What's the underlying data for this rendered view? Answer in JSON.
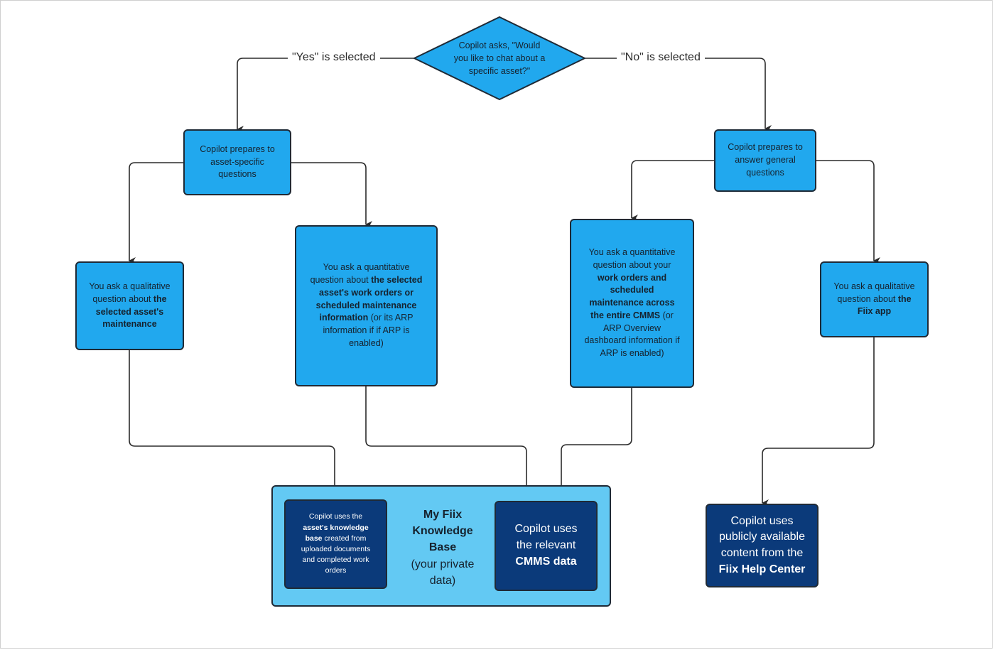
{
  "decision": {
    "text": "Copilot asks, \"Would you like to chat about a specific asset?\""
  },
  "edges": {
    "yes_label": "\"Yes\" is selected",
    "no_label": "\"No\" is selected"
  },
  "asset_branch": {
    "prepare": "Copilot prepares to asset-specific questions",
    "qualitative": {
      "prefix": "You ask a qualitative question about ",
      "bold": "the selected asset's maintenance"
    },
    "quantitative": {
      "prefix": "You ask a quantitative question about ",
      "bold": "the selected asset's work orders or scheduled maintenance information",
      "suffix": " (or its ARP information if if ARP is enabled)"
    }
  },
  "general_branch": {
    "prepare": "Copilot prepares to answer general questions",
    "quantitative": {
      "prefix": "You ask a quantitative question about your ",
      "bold": "work orders and scheduled maintenance across the entire CMMS",
      "suffix": " (or ARP Overview dashboard information if ARP is enabled)"
    },
    "qualitative": {
      "prefix": "You ask a qualitative question about ",
      "bold": "the Fiix app"
    }
  },
  "knowledge_base": {
    "title_bold": "My Fiix Knowledge Base",
    "title_sub": "(your private data)",
    "asset_kb": {
      "prefix": "Copilot uses the ",
      "bold": "asset's knowledge base",
      "suffix": " created from uploaded documents and completed work orders"
    },
    "cmms": {
      "prefix": "Copilot uses the relevant ",
      "bold": "CMMS data"
    }
  },
  "help_center": {
    "prefix": "Copilot uses publicly available content from the ",
    "bold": "Fiix Help Center"
  },
  "colors": {
    "node_fill": "#21a8ee",
    "container_fill": "#63c9f3",
    "dark_fill": "#0b3a7a",
    "line": "#2b2b2b"
  }
}
